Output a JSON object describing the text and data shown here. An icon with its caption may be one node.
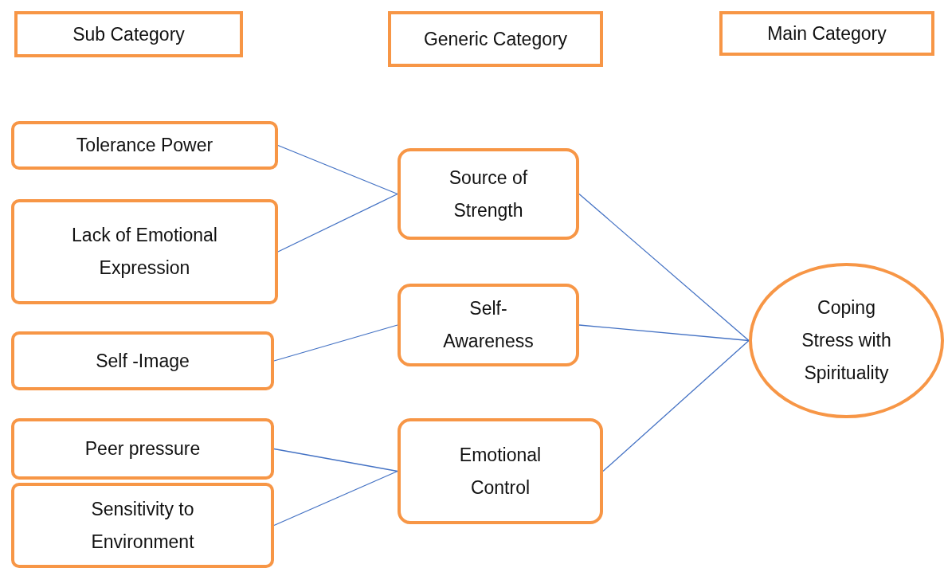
{
  "diagram": {
    "nodes": [
      {
        "text": [
          "Sub Category"
        ]
      },
      {
        "text": [
          "Generic Category"
        ]
      },
      {
        "text": [
          "Main Category"
        ]
      },
      {
        "text": [
          "Tolerance Power"
        ]
      },
      {
        "text": [
          "Lack of Emotional Expression"
        ]
      },
      {
        "text": [
          "Self -Image"
        ]
      },
      {
        "text": [
          "Peer pressure"
        ]
      },
      {
        "text": [
          "Sensitivity to Environment"
        ]
      },
      {
        "text": [
          "Source of Strength"
        ]
      },
      {
        "text": [
          "Self- Awareness"
        ]
      },
      {
        "text": [
          "Emotional Control"
        ]
      },
      {
        "text": [
          "Coping Stress with Spirituality"
        ]
      }
    ],
    "edges": [
      {
        "from": 3,
        "to": 8,
        "arrow": "none"
      },
      {
        "from": 4,
        "to": 8,
        "arrow": "none"
      },
      {
        "from": 5,
        "to": 9,
        "arrow": "none"
      },
      {
        "from": 6,
        "to": 10,
        "arrow": "none"
      },
      {
        "from": 7,
        "to": 10,
        "arrow": "none"
      },
      {
        "from": 8,
        "to": 11,
        "arrow": "none"
      },
      {
        "from": 9,
        "to": 11,
        "arrow": "none"
      },
      {
        "from": 10,
        "to": 11,
        "arrow": "none"
      }
    ]
  }
}
